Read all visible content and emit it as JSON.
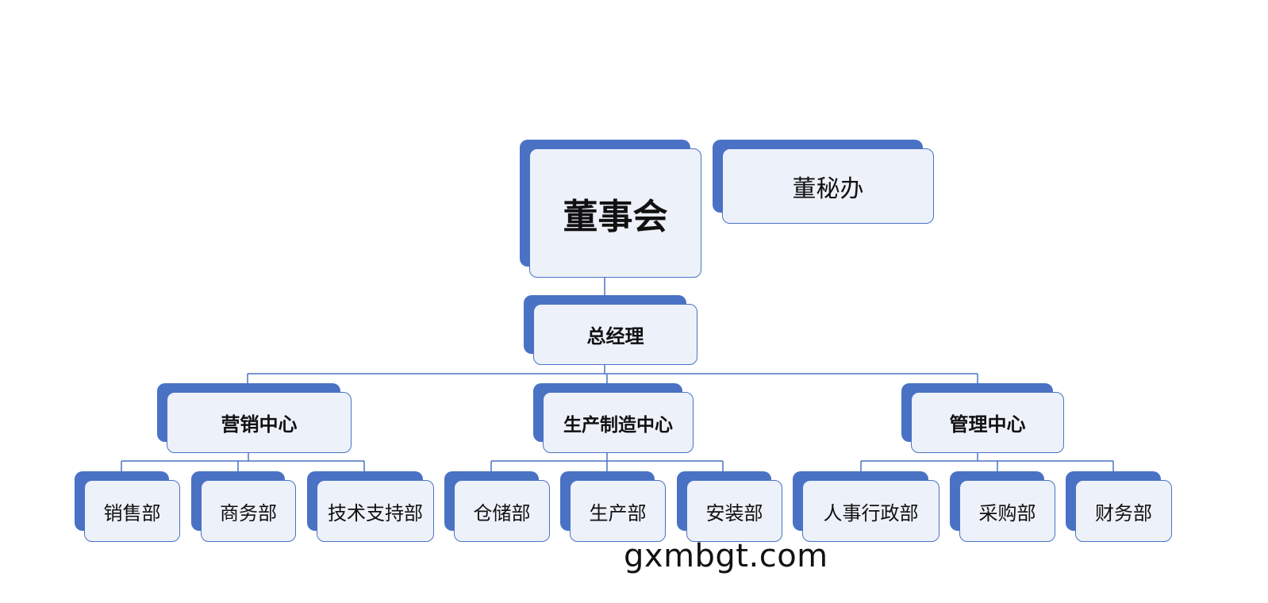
{
  "nodes": {
    "board": "董事会",
    "secretary": "董秘办",
    "gm": "总经理",
    "marketing": "营销中心",
    "production": "生产制造中心",
    "management": "管理中心",
    "sales": "销售部",
    "business": "商务部",
    "tech_support": "技术支持部",
    "warehouse": "仓储部",
    "manufacturing": "生产部",
    "installation": "安装部",
    "hr_admin": "人事行政部",
    "purchasing": "采购部",
    "finance": "财务部"
  },
  "colors": {
    "accent": "#4a72c4",
    "box_fill": "#edf1f9"
  },
  "watermark": "gxmbgt.com"
}
